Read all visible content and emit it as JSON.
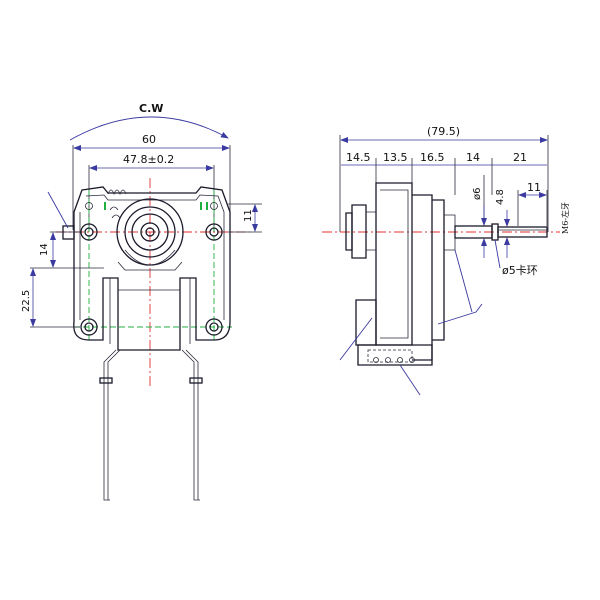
{
  "front_view": {
    "rotation_label": "C.W",
    "dim_width": "60",
    "dim_hole_spacing": "47.8±0.2",
    "dim_hole_height": "14",
    "dim_lower": "22.5",
    "dim_right": "11"
  },
  "side_view": {
    "dim_overall": "(79.5)",
    "dim_seg_1": "14.5",
    "dim_seg_2": "13.5",
    "dim_seg_3": "16.5",
    "dim_seg_4": "14",
    "dim_seg_5": "21",
    "dim_shaft_dia": "ø6",
    "dim_flat": "4.8",
    "dim_thread_len": "11",
    "thread_label": "M6-左牙",
    "clip_label": "ø5卡环"
  },
  "colors": {
    "outline": "#1a1a2a",
    "dimension": "#3a3aa0",
    "center_line": "#e03030",
    "hole_center_line": "#20b040"
  }
}
